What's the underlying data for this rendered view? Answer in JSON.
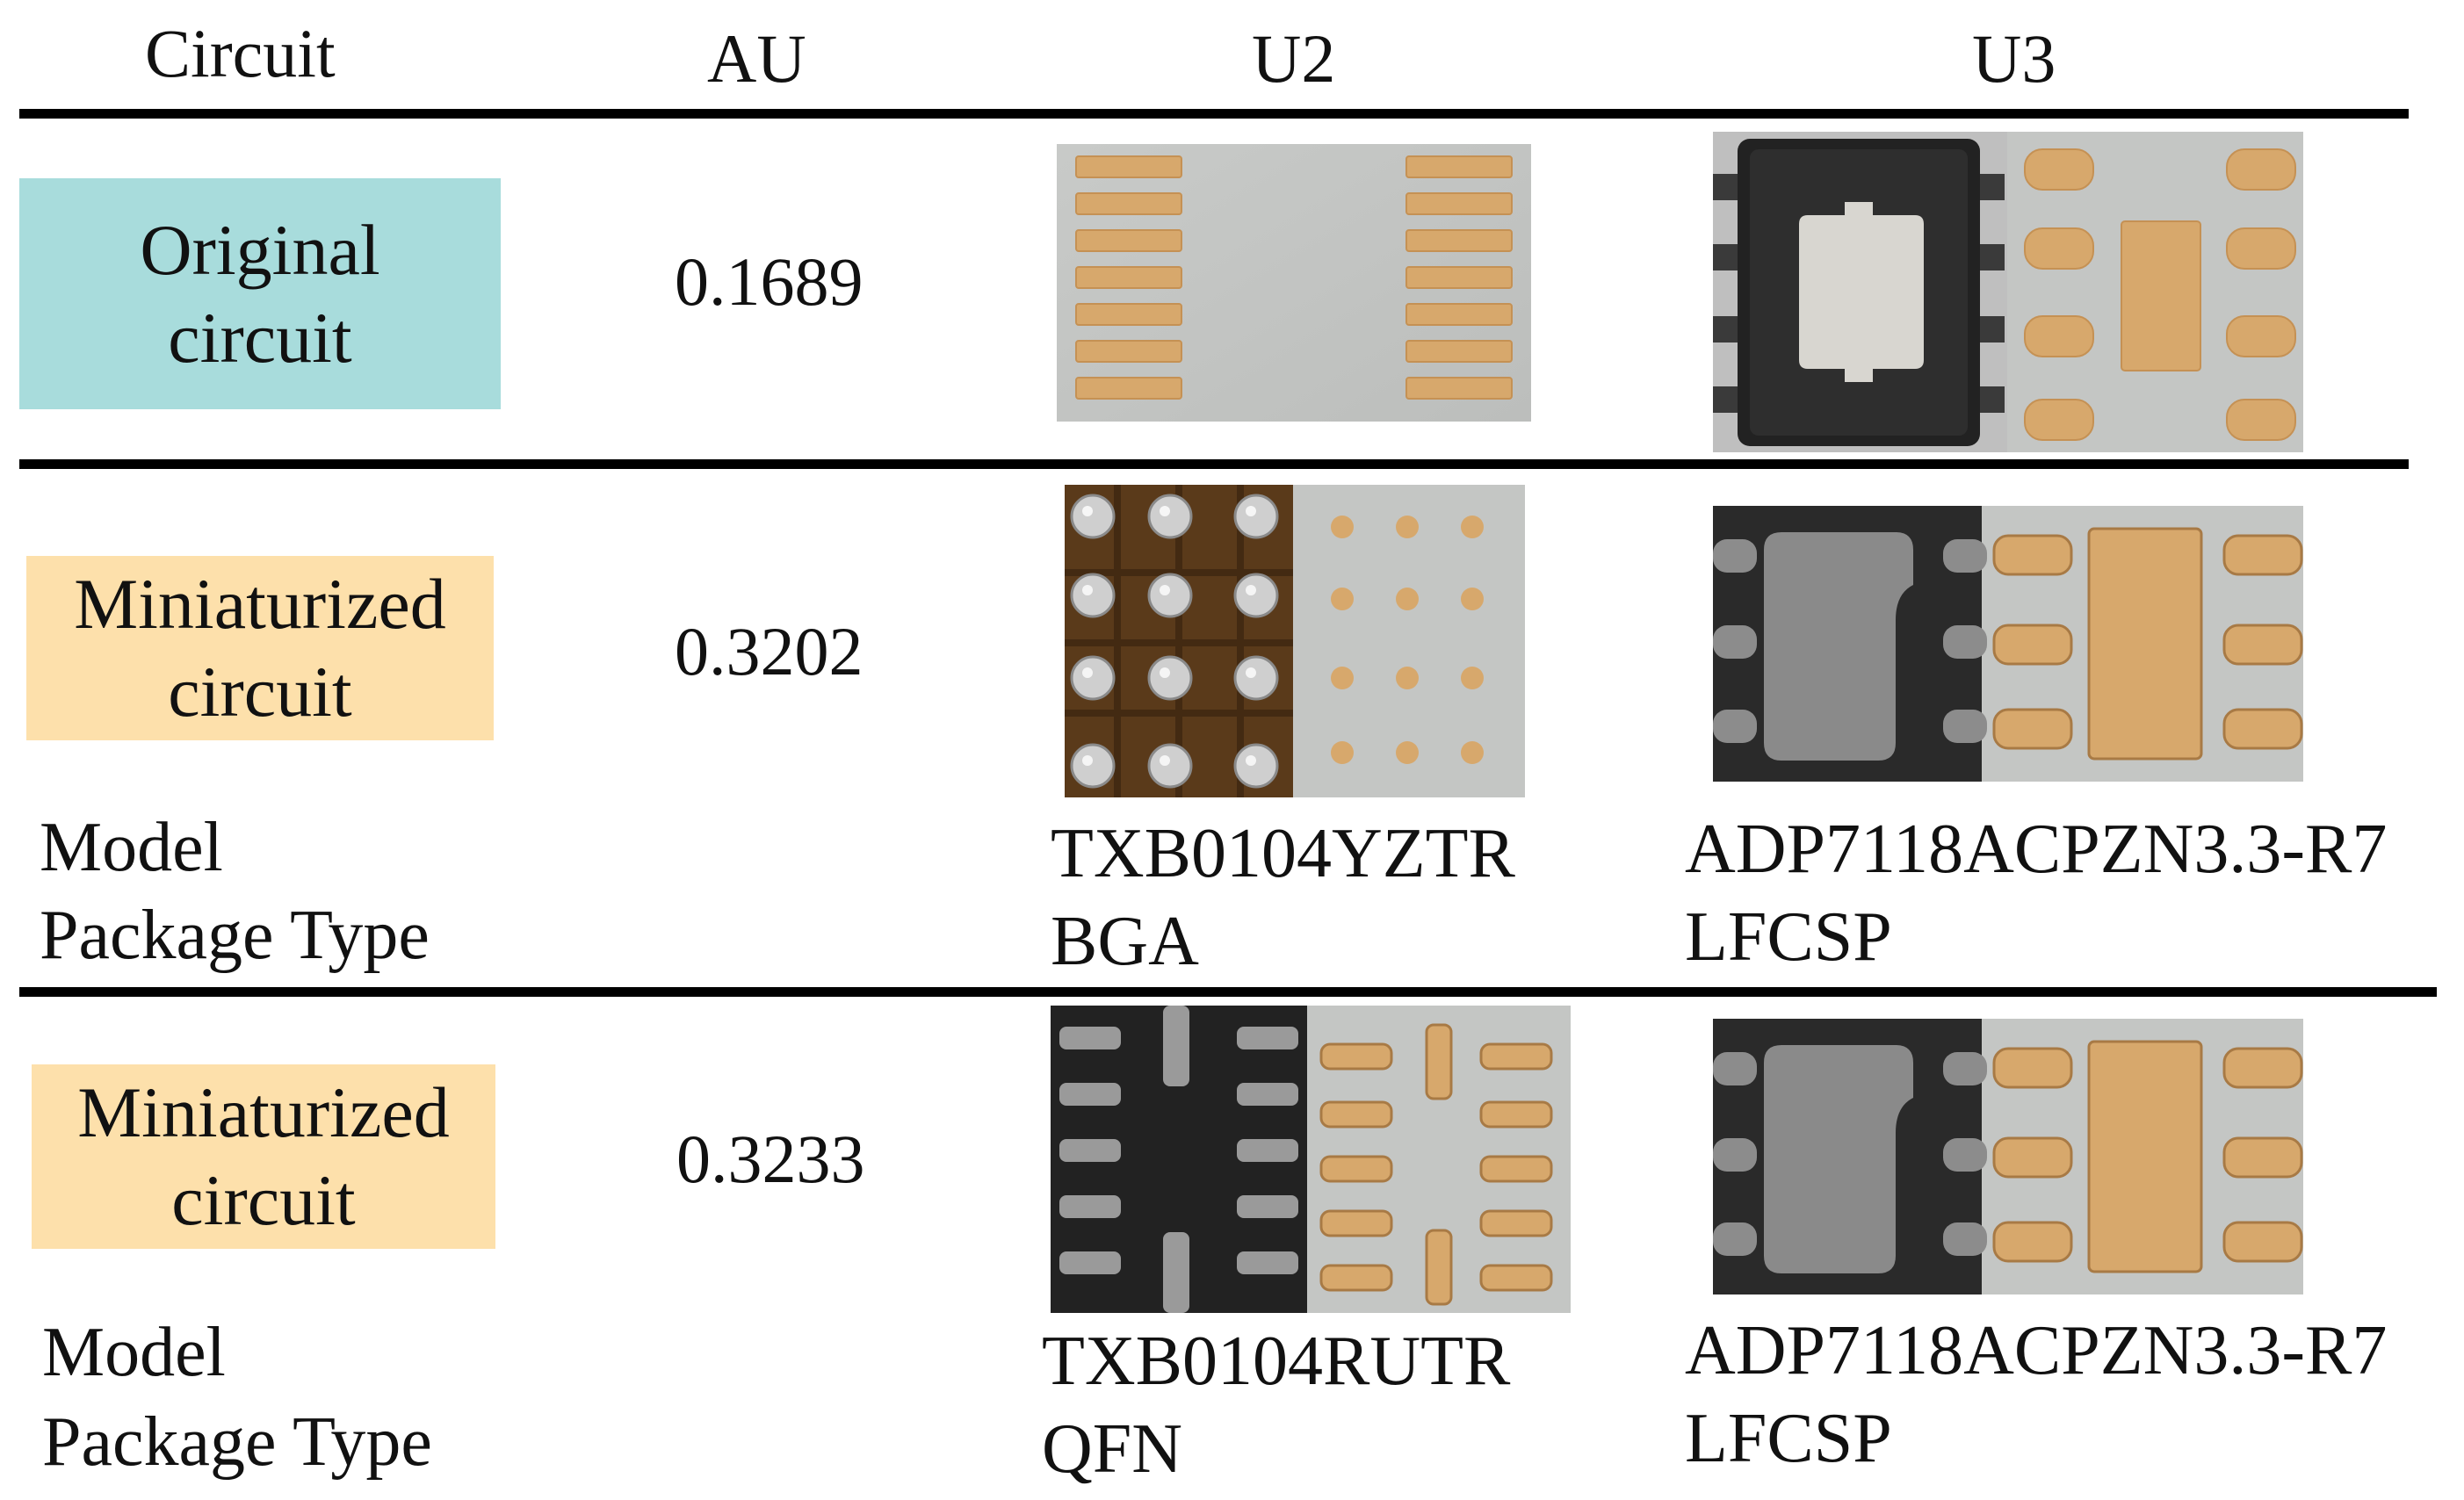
{
  "columns": [
    "Circuit",
    "AU",
    "U2",
    "U3"
  ],
  "rows": [
    {
      "label": [
        "Original",
        "circuit"
      ],
      "label_color": "#a8dcdc",
      "au": "0.1689",
      "u2_image": "u2-original-tssop-footprint",
      "u3_image": "u3-original-soic-package-and-footprint"
    },
    {
      "label": [
        "Miniaturized",
        "circuit"
      ],
      "label_color": "#fde0ab",
      "au": "0.3202",
      "spec_labels": [
        "Model",
        "Package Type"
      ],
      "u2_image": "u2-bga-package-and-footprint",
      "u2_spec": [
        "TXB0104YZTR",
        "BGA"
      ],
      "u3_image": "u3-lfcsp-package-and-footprint",
      "u3_spec": [
        "ADP7118ACPZN3.3-R7",
        "LFCSP"
      ]
    },
    {
      "label": [
        "Miniaturized",
        "circuit"
      ],
      "label_color": "#fde0ab",
      "au": "0.3233",
      "spec_labels": [
        "Model",
        "Package Type"
      ],
      "u2_image": "u2-qfn-package-and-footprint",
      "u2_spec": [
        "TXB0104RUTR",
        "QFN"
      ],
      "u3_image": "u3-lfcsp-package-and-footprint",
      "u3_spec": [
        "ADP7118ACPZN3.3-R7",
        "LFCSP"
      ]
    }
  ],
  "colors": {
    "pcb_gray": "#c4c6c4",
    "copper_pad": "#d7a86c",
    "package_black": "#2a2a2a",
    "bga_substrate": "#5a3a1a"
  }
}
